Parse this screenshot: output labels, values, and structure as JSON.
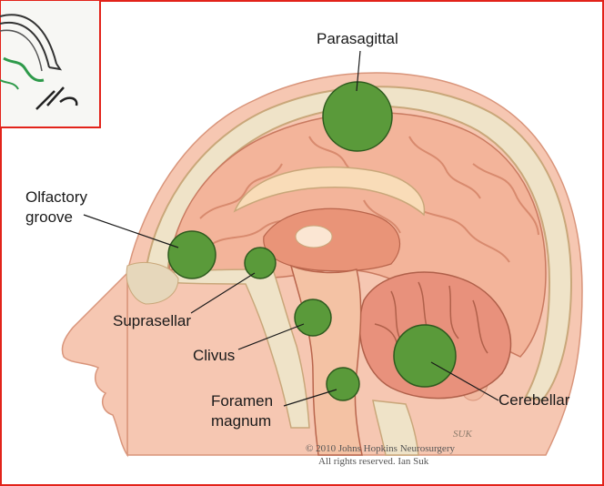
{
  "labels": {
    "parasagittal": "Parasagittal",
    "olfactory_line1": "Olfactory",
    "olfactory_line2": "groove",
    "suprasellar": "Suprasellar",
    "clivus": "Clivus",
    "foramen_line1": "Foramen",
    "foramen_line2": "magnum",
    "cerebellar": "Cerebellar"
  },
  "copyright": {
    "line1": "© 2010 Johns Hopkins Neurosurgery",
    "line2": "All rights reserved. Ian Suk"
  },
  "signature": "SUK",
  "colors": {
    "frame_border": "#e2231a",
    "tumor_fill": "#5a9a3a",
    "brain": "#f3b49a",
    "skin": "#f6c7b2",
    "bone": "#efe3c8"
  }
}
